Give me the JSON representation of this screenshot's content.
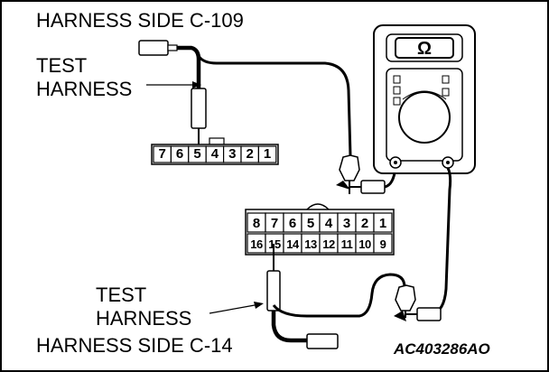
{
  "labels": {
    "top_connector": "HARNESS SIDE C-109",
    "test_harness_top_line1": "TEST",
    "test_harness_top_line2": "HARNESS",
    "test_harness_bottom_line1": "TEST",
    "test_harness_bottom_line2": "HARNESS",
    "bottom_connector": "HARNESS SIDE C-14",
    "figure_code": "AC403286AO"
  },
  "meter": {
    "symbol": "Ω"
  },
  "connector_c109": {
    "pins": [
      "7",
      "6",
      "5",
      "4",
      "3",
      "2",
      "1"
    ]
  },
  "connector_c14": {
    "row_top": [
      "8",
      "7",
      "6",
      "5",
      "4",
      "3",
      "2",
      "1"
    ],
    "row_bottom": [
      "16",
      "15",
      "14",
      "13",
      "12",
      "11",
      "10",
      "9"
    ]
  }
}
